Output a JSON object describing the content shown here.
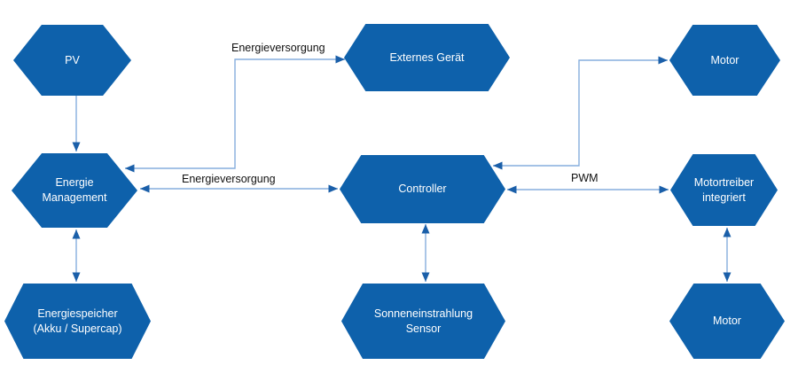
{
  "colors": {
    "background": "#FFFFFF",
    "node_fill": "#0E61AB",
    "node_text": "#FFFFFF",
    "connector": "#85AEDD",
    "arrowhead": "#1A5FA9",
    "edge_label": "#111111"
  },
  "nodes": {
    "pv": {
      "label": "PV"
    },
    "externes_geraet": {
      "label": "Externes Gerät"
    },
    "motor_top": {
      "label": "Motor"
    },
    "energie_management": {
      "label": "Energie\nManagement"
    },
    "controller": {
      "label": "Controller"
    },
    "motortreiber": {
      "label": "Motortreiber\nintegriert"
    },
    "energiespeicher": {
      "label": "Energiespeicher\n(Akku / Supercap)"
    },
    "sonneneinstrahlung_sensor": {
      "label": "Sonneneinstrahlung\nSensor"
    },
    "motor_bottom": {
      "label": "Motor"
    }
  },
  "edges": [
    {
      "from": "pv",
      "to": "energie_management",
      "direction": "one-way",
      "label": ""
    },
    {
      "from": "energie_management",
      "to": "externes_geraet",
      "direction": "two-way",
      "label": "Energieversorgung"
    },
    {
      "from": "energie_management",
      "to": "controller",
      "direction": "two-way",
      "label": "Energieversorgung"
    },
    {
      "from": "controller",
      "to": "motortreiber",
      "direction": "two-way",
      "label": "PWM"
    },
    {
      "from": "controller",
      "to": "motor_top",
      "direction": "two-way",
      "label": ""
    },
    {
      "from": "controller",
      "to": "sonneneinstrahlung_sensor",
      "direction": "two-way",
      "label": ""
    },
    {
      "from": "energie_management",
      "to": "energiespeicher",
      "direction": "two-way",
      "label": ""
    },
    {
      "from": "motortreiber",
      "to": "motor_bottom",
      "direction": "two-way",
      "label": ""
    }
  ]
}
